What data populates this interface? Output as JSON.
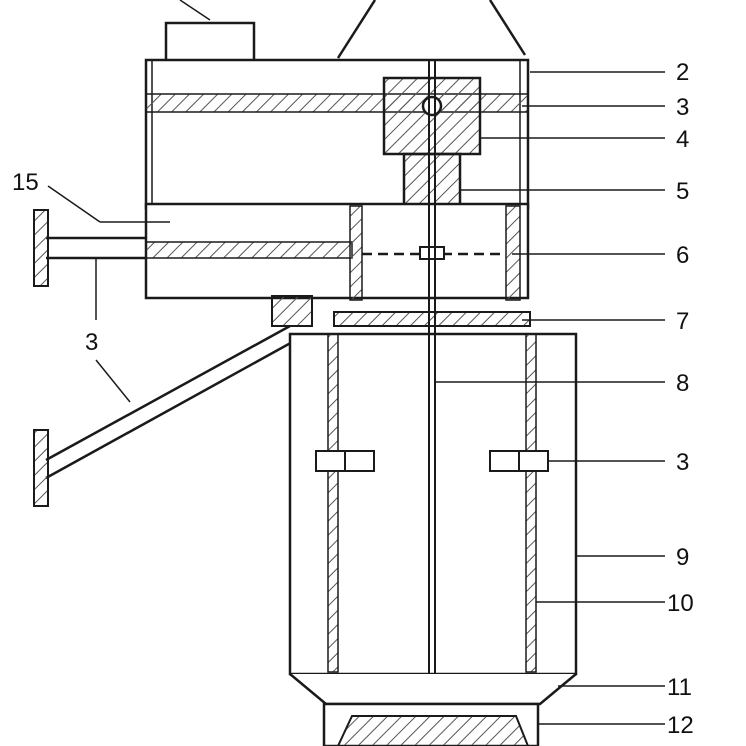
{
  "diagram": {
    "labels": {
      "l2": "2",
      "l3a": "3",
      "l4": "4",
      "l5": "5",
      "l6": "6",
      "l7": "7",
      "l8": "8",
      "l3b": "3",
      "l9": "9",
      "l10": "10",
      "l11": "11",
      "l12": "12",
      "l15": "15",
      "l3c": "3"
    },
    "colors": {
      "stroke": "#1a1a1a",
      "hatch": "#555555",
      "fill": "#ffffff"
    }
  }
}
